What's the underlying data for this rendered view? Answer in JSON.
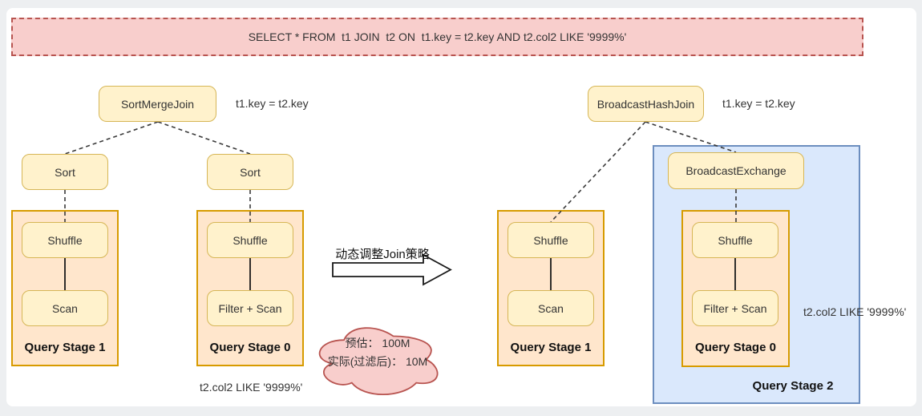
{
  "sql_banner": {
    "text": "SELECT * FROM  t1 JOIN  t2 ON  t1.key = t2.key AND t2.col2 LIKE '9999%'"
  },
  "left_plan": {
    "join_node": "SortMergeJoin",
    "join_condition": "t1.key = t2.key",
    "sort_left": "Sort",
    "sort_right": "Sort",
    "stage1": {
      "label": "Query Stage 1",
      "nodes": [
        "Shuffle",
        "Scan"
      ]
    },
    "stage0": {
      "label": "Query Stage 0",
      "nodes": [
        "Shuffle",
        "Filter + Scan"
      ]
    },
    "filter_note": "t2.col2 LIKE '9999%'"
  },
  "transition": {
    "arrow_label": "动态调整Join策略"
  },
  "cloud": {
    "line1": "预估： 100M",
    "line2": "实际(过滤后)： 10M"
  },
  "right_plan": {
    "join_node": "BroadcastHashJoin",
    "join_condition": "t1.key = t2.key",
    "broadcast_exchange": "BroadcastExchange",
    "stage1": {
      "label": "Query Stage 1",
      "nodes": [
        "Shuffle",
        "Scan"
      ]
    },
    "stage0": {
      "label": "Query Stage 0",
      "nodes": [
        "Shuffle",
        "Filter + Scan"
      ]
    },
    "stage2_label": "Query Stage 2",
    "filter_note": "t2.col2 LIKE '9999%'"
  },
  "colors": {
    "page_bg": "#edeff1",
    "card_bg": "#ffffff",
    "banner_fill": "#F8CECC",
    "banner_border": "#B85450",
    "node_fill": "#FFF2CC",
    "node_border": "#D6B656",
    "stage_fill": "#FFE6CC",
    "stage_border": "#D79B00",
    "blue_fill": "#DAE8FC",
    "blue_border": "#6C8EBF",
    "cloud_fill": "#F8CECC",
    "cloud_border": "#B85450"
  }
}
